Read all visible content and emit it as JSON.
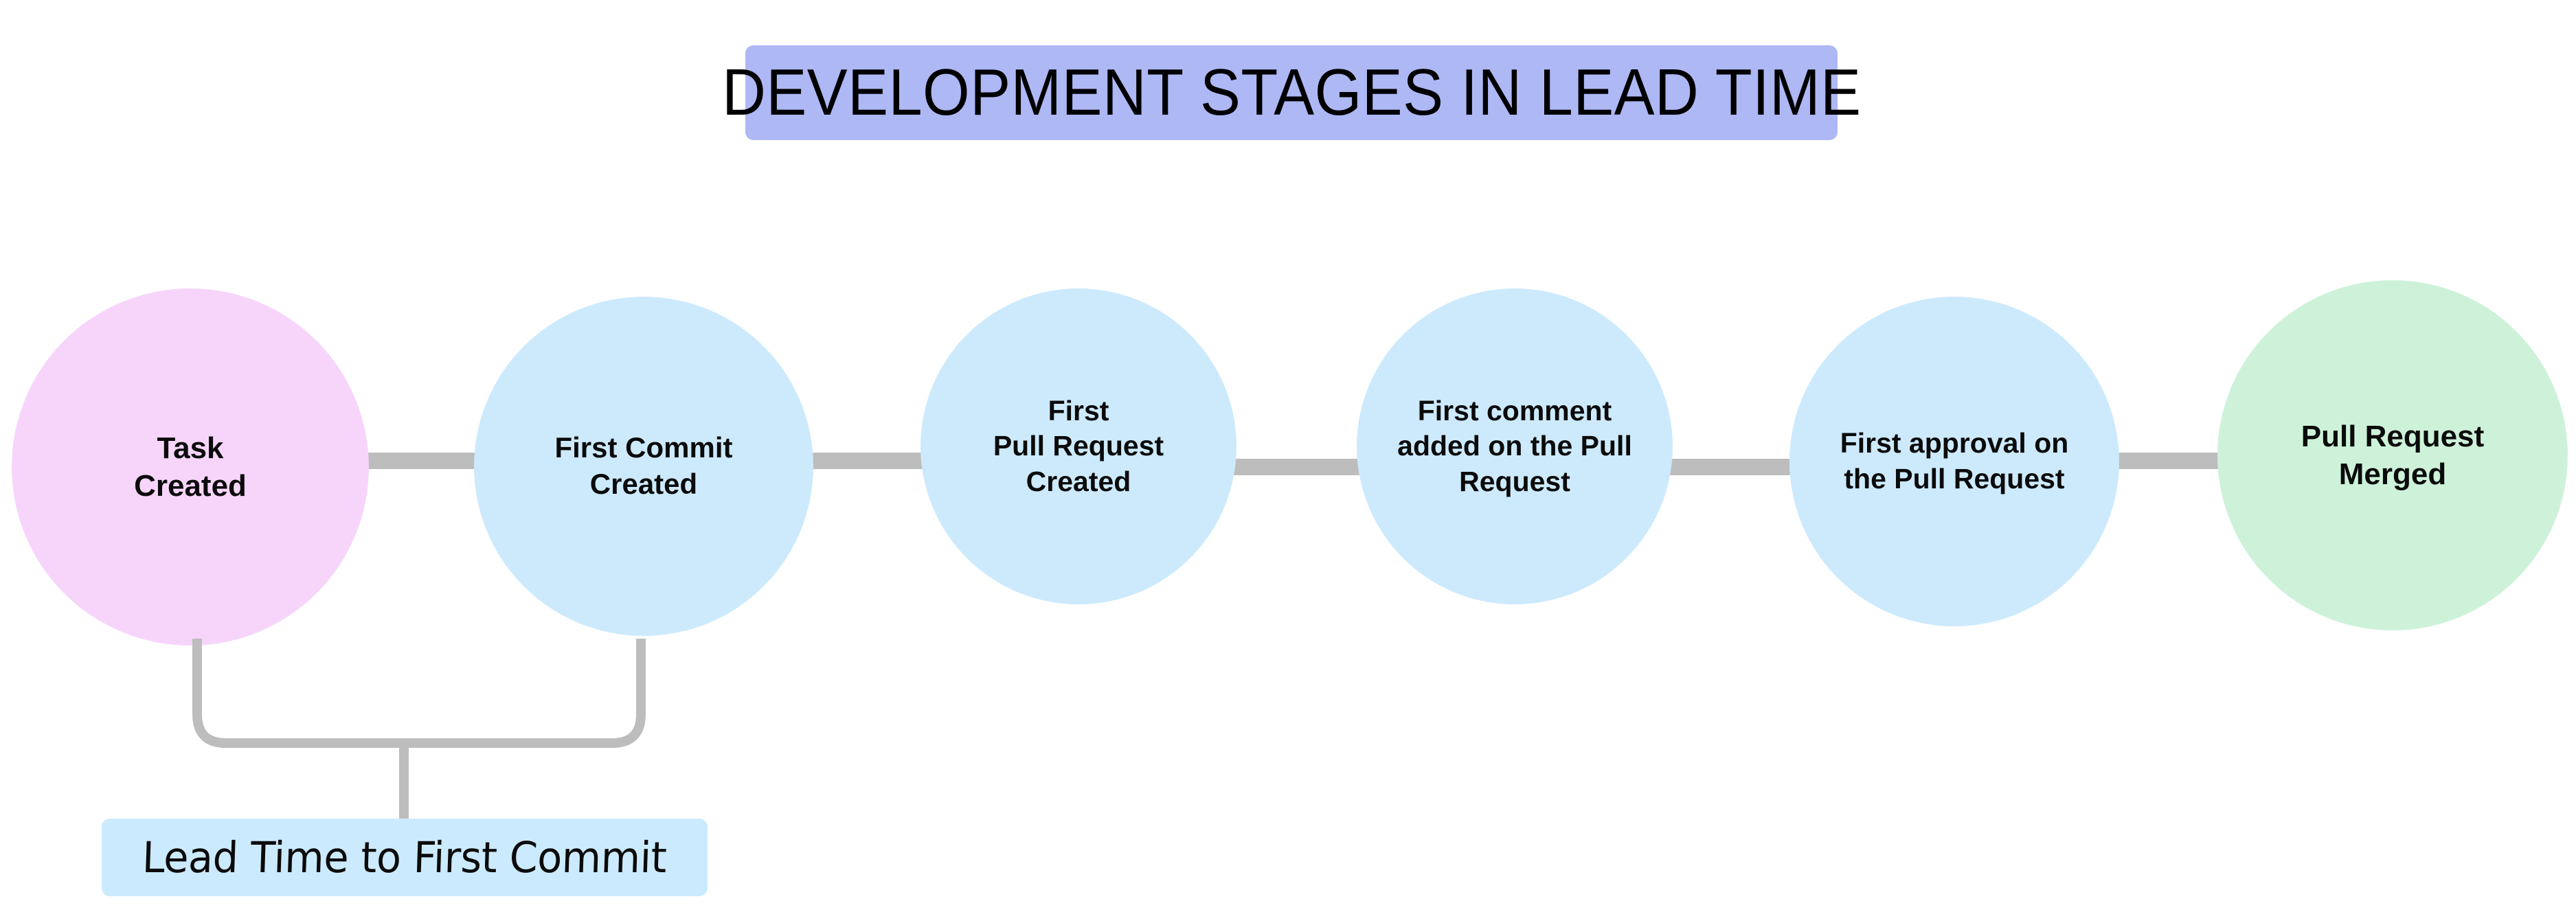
{
  "title": {
    "text": "DEVELOPMENT STAGES IN LEAD TIME",
    "background_color": "#aeb8f5",
    "text_color": "#000000"
  },
  "colors": {
    "start_circle": "#f7d5fb",
    "middle_circle": "#cdeafd",
    "end_circle": "#cdf2d9",
    "connector": "#bdbdbd",
    "annotation_background": "#cceafd",
    "canvas_background": "#ffffff"
  },
  "stages": [
    {
      "id": "task-created",
      "label": "Task\nCreated",
      "fill": "#f7d5fb"
    },
    {
      "id": "first-commit-created",
      "label": "First Commit\nCreated",
      "fill": "#cdeafd"
    },
    {
      "id": "first-pull-request-created",
      "label": "First\nPull Request\nCreated",
      "fill": "#cdeafd"
    },
    {
      "id": "first-comment-added",
      "label": "First comment\nadded on the Pull\nRequest",
      "fill": "#cdeafd"
    },
    {
      "id": "first-approval",
      "label": "First approval on\nthe Pull Request",
      "fill": "#cdeafd"
    },
    {
      "id": "pull-request-merged",
      "label": "Pull Request\nMerged",
      "fill": "#cdf2d9"
    }
  ],
  "annotation": {
    "text": "Lead Time to First Commit",
    "spans_from": "task-created",
    "spans_to": "first-commit-created"
  }
}
